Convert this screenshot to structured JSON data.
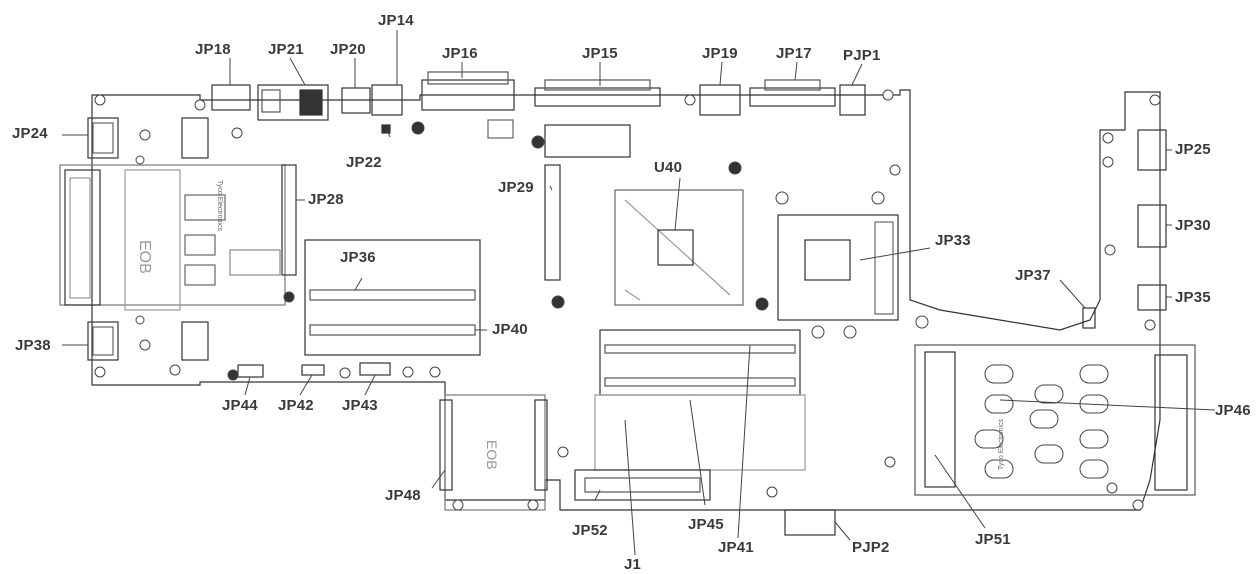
{
  "labels": {
    "jp18": "JP18",
    "jp21": "JP21",
    "jp20": "JP20",
    "jp14": "JP14",
    "jp16": "JP16",
    "jp15": "JP15",
    "jp19": "JP19",
    "jp17": "JP17",
    "pjp1": "PJP1",
    "jp24": "JP24",
    "jp22": "JP22",
    "jp28": "JP28",
    "jp29": "JP29",
    "u40": "U40",
    "jp25": "JP25",
    "jp30": "JP30",
    "jp33": "JP33",
    "jp36": "JP36",
    "jp37": "JP37",
    "jp35": "JP35",
    "jp38": "JP38",
    "jp40": "JP40",
    "jp44": "JP44",
    "jp42": "JP42",
    "jp43": "JP43",
    "jp46": "JP46",
    "jp48": "JP48",
    "jp52": "JP52",
    "jp45": "JP45",
    "jp41": "JP41",
    "pjp2": "PJP2",
    "jp51": "JP51",
    "j1": "J1"
  },
  "silkscreen": {
    "eob": "EOB",
    "pcmcia_left": "Tyco Electronics",
    "pcmcia_right": "Tyco Electronics"
  }
}
